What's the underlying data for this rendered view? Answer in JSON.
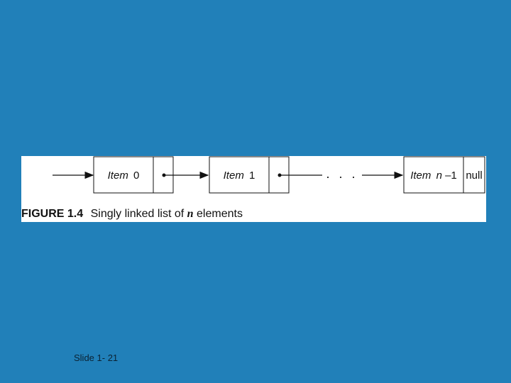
{
  "figure": {
    "caption_label": "FIGURE 1.4",
    "caption_text_before": "Singly linked list of",
    "caption_variable": "n",
    "caption_text_after": "elements",
    "ellipsis": ". . .",
    "nodes": [
      {
        "item_word": "Item",
        "index": "0",
        "next": "pointer"
      },
      {
        "item_word": "Item",
        "index": "1",
        "next": "pointer"
      },
      {
        "item_word": "Item",
        "index_var": "n",
        "index_suffix": "–1",
        "next_label": "null"
      }
    ]
  },
  "footer": {
    "slide_number": "Slide 1- 21"
  },
  "colors": {
    "background": "#2180B9",
    "panel": "#ffffff",
    "ink": "#111111"
  }
}
